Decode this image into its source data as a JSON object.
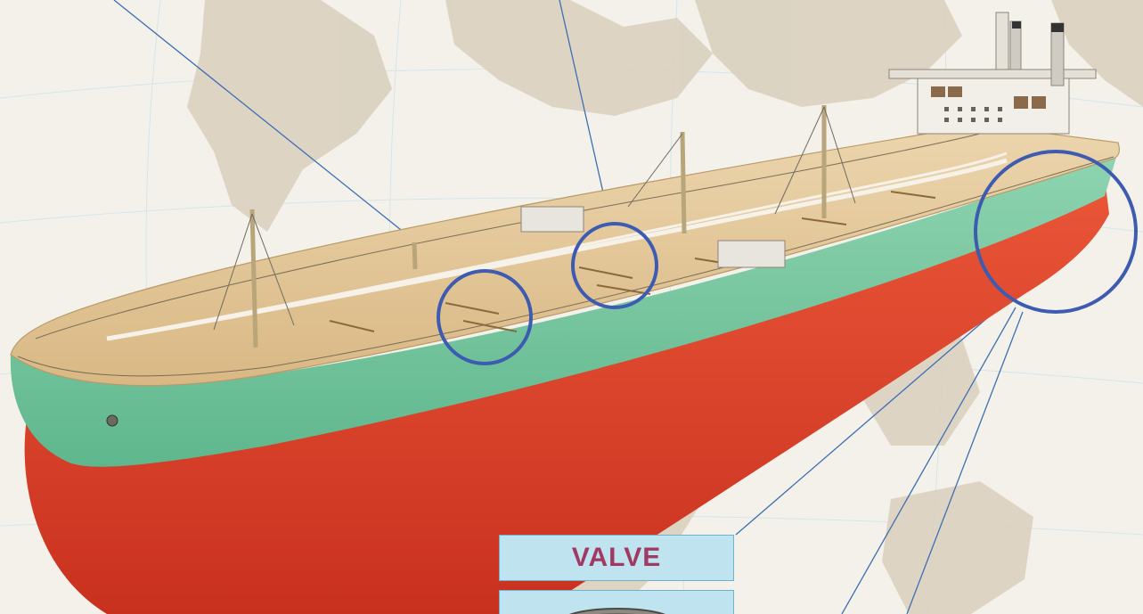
{
  "callout": {
    "valve_label": "VALVE"
  },
  "colors": {
    "background": "#f3f1ea",
    "continents": "#d9cfbd",
    "hull_top_green": "#79c7a2",
    "hull_bottom_red": "#e2452f",
    "deck": "#e7c99a",
    "highlight_circle": "#3d5bb0",
    "leader_line": "#3d6fb3",
    "label_box": "#bfe3ef",
    "label_text": "#a03a63"
  },
  "highlights": [
    {
      "name": "deck-circle-left"
    },
    {
      "name": "deck-circle-middle"
    },
    {
      "name": "stern-circle-right"
    }
  ]
}
